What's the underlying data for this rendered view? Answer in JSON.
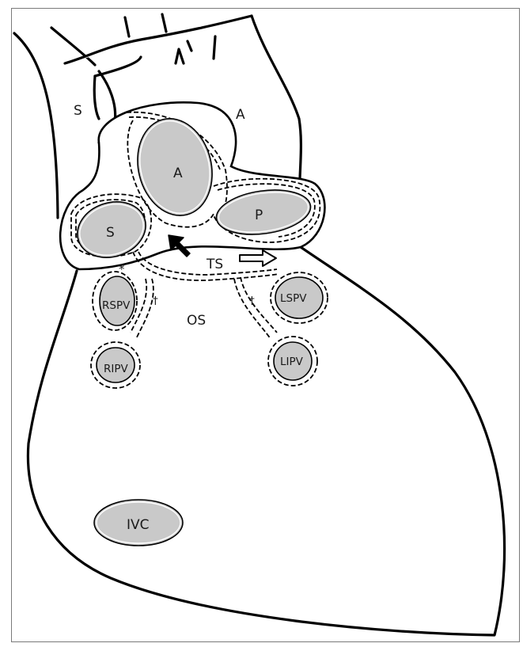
{
  "labels": {
    "svc_outer": "S",
    "aorta_outer": "A",
    "aorta": "A",
    "pulmonary": "P",
    "svc": "S",
    "transverse_sinus": "TS",
    "oblique_sinus": "OS",
    "rspv": "RSPV",
    "ripv": "RIPV",
    "lspv": "LSPV",
    "lipv": "LIPV",
    "ivc": "IVC",
    "asterisk": "*",
    "dagger_right": "†",
    "dagger_left": "†"
  },
  "colors": {
    "vessel_fill": "#c9c9c9",
    "outline": "#000000",
    "background": "#ffffff"
  },
  "icons": {
    "solid_arrow": "arrow-up-left-solid",
    "hollow_arrow": "arrow-right-hollow"
  }
}
